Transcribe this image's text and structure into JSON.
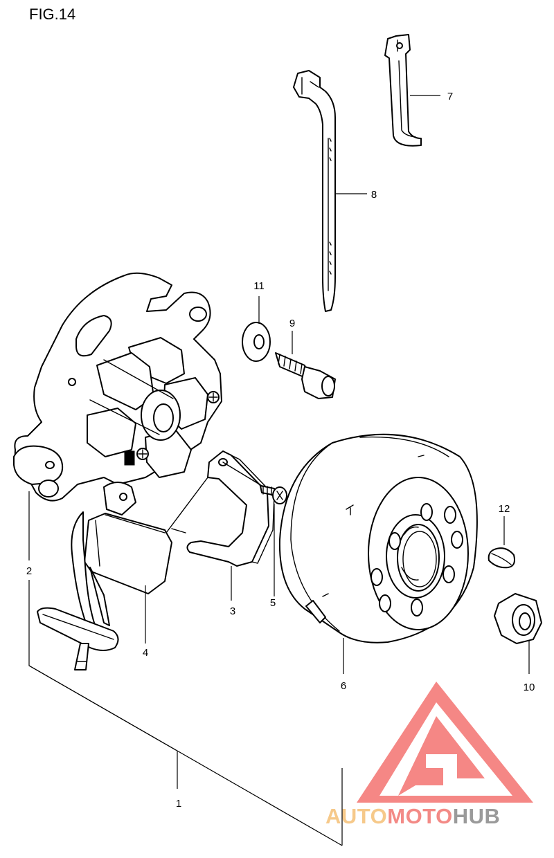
{
  "figure": {
    "title": "FIG.14"
  },
  "callouts": [
    {
      "id": "1",
      "label": "1"
    },
    {
      "id": "2",
      "label": "2"
    },
    {
      "id": "3",
      "label": "3"
    },
    {
      "id": "4",
      "label": "4"
    },
    {
      "id": "5",
      "label": "5"
    },
    {
      "id": "6",
      "label": "6"
    },
    {
      "id": "7",
      "label": "7"
    },
    {
      "id": "8",
      "label": "8"
    },
    {
      "id": "9",
      "label": "9"
    },
    {
      "id": "10",
      "label": "10"
    },
    {
      "id": "11",
      "label": "11"
    },
    {
      "id": "12",
      "label": "12"
    }
  ],
  "watermark": {
    "part1": "AUTO",
    "part2": "MOTO",
    "part3": "HUB",
    "colors": {
      "auto": "#f6c98a",
      "moto": "#f38a86",
      "hub": "#9a9a9a",
      "logo": "#f47b78"
    }
  }
}
